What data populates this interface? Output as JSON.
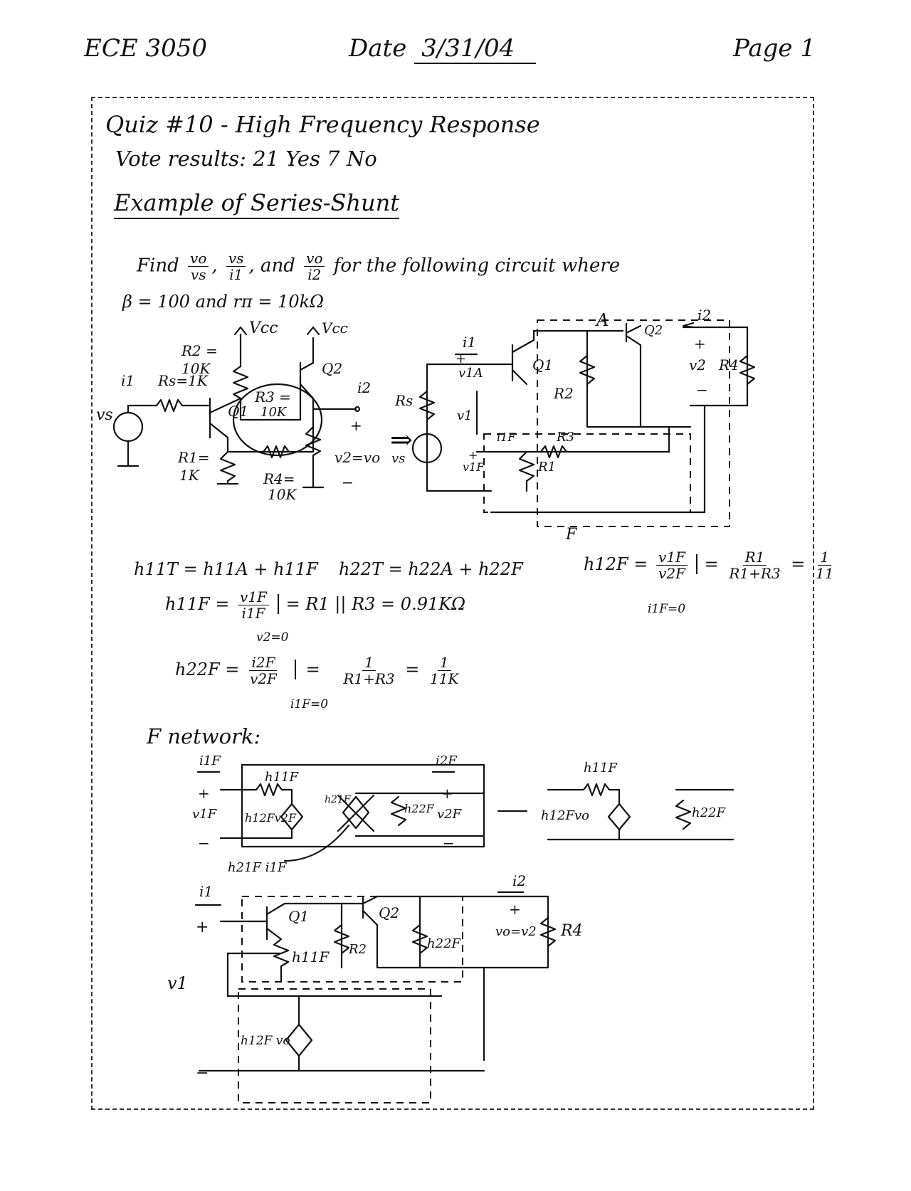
{
  "header": {
    "course": "ECE 3050",
    "date_label": "Date",
    "date_value": "3/31/04",
    "page": "Page 1"
  },
  "title": "Quiz #10 - High Frequency Response",
  "vote": "Vote results:  21 Yes   7 No",
  "section": "Example of Series-Shunt",
  "problem": {
    "prefix": "Find",
    "f1_num": "vo",
    "f1_den": "vs",
    "f2_num": "vs",
    "f2_den": "i1",
    "and": ", and",
    "f3_num": "vo",
    "f3_den": "i2",
    "suffix": "for the following circuit where",
    "params": "β = 100  and  rπ = 10kΩ"
  },
  "circuit1": {
    "vcc": "Vcc",
    "vcc2": "Vcc",
    "r2": "R2 =",
    "r2v": "10K",
    "rs": "Rs=1K",
    "i1": "i1",
    "vs": "vs",
    "q1": "Q1",
    "q2": "Q2",
    "r3": "R3 =",
    "r3v": "10K",
    "i2": "i2",
    "r1": "R1=",
    "r1v": "1K",
    "r4": "R4=",
    "r4v": "10K",
    "v2": "v2=vo",
    "plus": "+",
    "minus": "−"
  },
  "circuit2": {
    "i1": "i1",
    "a": "A",
    "i2": "i2",
    "q1": "Q1",
    "q2": "Q2",
    "rs": "Rs",
    "r2": "R2",
    "v1a": "v1A",
    "v2": "v2",
    "r4": "R4",
    "vs": "vs",
    "v1": "v1",
    "i1f": "i1F",
    "r3": "R3",
    "v1f": "v1F",
    "r1": "R1",
    "f": "F",
    "plus": "+",
    "minus": "−",
    "arrow": "⇒"
  },
  "equations": {
    "h11t": "h11T = h11A + h11F",
    "h22t": "h22T = h22A + h22F",
    "h12f_lhs": "h12F =",
    "h12f_num": "v1F",
    "h12f_den": "v2F",
    "h12f_eq": "=",
    "h12f_rnum": "R1",
    "h12f_rden": "R1+R3",
    "h12f_res_num": "1",
    "h12f_res_den": "11",
    "h12f_cond": "i1F=0",
    "h11f_lhs": "h11F =",
    "h11f_num": "v1F",
    "h11f_den": "i1F",
    "h11f_rhs": "= R1 || R3 = 0.91KΩ",
    "h11f_cond": "v2=0",
    "h22f_lhs": "h22F =",
    "h22f_num": "i2F",
    "h22f_den": "v2F",
    "h22f_eq": "=",
    "h22f_rnum": "1",
    "h22f_rden": "R1+R3",
    "h22f_res_num": "1",
    "h22f_res_den": "11K",
    "h22f_cond": "i1F=0"
  },
  "fnet": {
    "heading": "F network:",
    "i1f": "i1F",
    "h11f": "h11F",
    "i2f": "i2F",
    "v1f": "v1F",
    "v2f": "v2F",
    "h12f": "h12Fv2F",
    "h21f_src": "h21F",
    "h22f": "h22F",
    "h21f_lbl": "h21F i1F",
    "eq_h11f": "h11F",
    "eq_h12f": "h12Fvo",
    "eq_h22f": "h22F",
    "plus": "+",
    "minus": "−"
  },
  "final": {
    "i1": "i1",
    "q1": "Q1",
    "q2": "Q2",
    "h11f": "h11F",
    "r2": "R2",
    "h22f": "h22F",
    "i2": "i2",
    "vo": "vo=v2",
    "r4": "R4",
    "v1": "v1",
    "h12f": "h12F vo",
    "plus": "+",
    "minus": "−"
  }
}
